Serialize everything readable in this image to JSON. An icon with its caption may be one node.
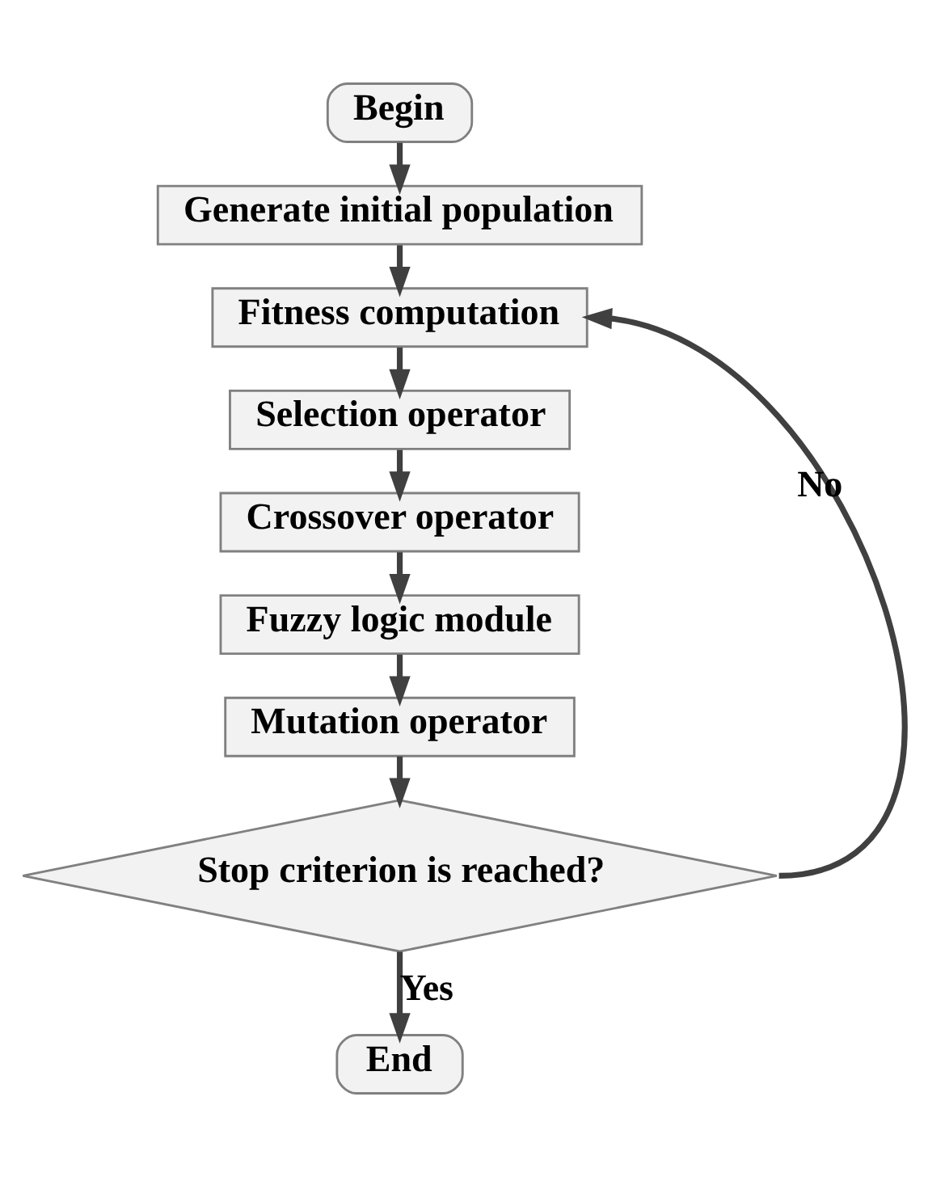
{
  "diagram": {
    "nodes": [
      {
        "text": [
          "Begin"
        ]
      },
      {
        "text": [
          "Generate initial population"
        ]
      },
      {
        "text": [
          "Fitness computation"
        ]
      },
      {
        "text": [
          "Selection operator"
        ]
      },
      {
        "text": [
          "Crossover operator"
        ]
      },
      {
        "text": [
          "Fuzzy logic module"
        ]
      },
      {
        "text": [
          "Mutation operator"
        ]
      },
      {
        "text": [
          "Stop criterion is reached?"
        ]
      },
      {
        "text": [
          "End"
        ]
      }
    ],
    "edges": [
      {
        "from": 0,
        "to": 1,
        "arrow": "to"
      },
      {
        "from": 1,
        "to": 2,
        "arrow": "to"
      },
      {
        "from": 2,
        "to": 3,
        "arrow": "to"
      },
      {
        "from": 3,
        "to": 4,
        "arrow": "to"
      },
      {
        "from": 4,
        "to": 5,
        "arrow": "to"
      },
      {
        "from": 5,
        "to": 6,
        "arrow": "to"
      },
      {
        "from": 6,
        "to": 7,
        "arrow": "to"
      },
      {
        "from": 7,
        "to": 2,
        "arrow": "to",
        "label": "No"
      },
      {
        "from": 7,
        "to": 8,
        "arrow": "to",
        "label": "Yes"
      }
    ]
  }
}
